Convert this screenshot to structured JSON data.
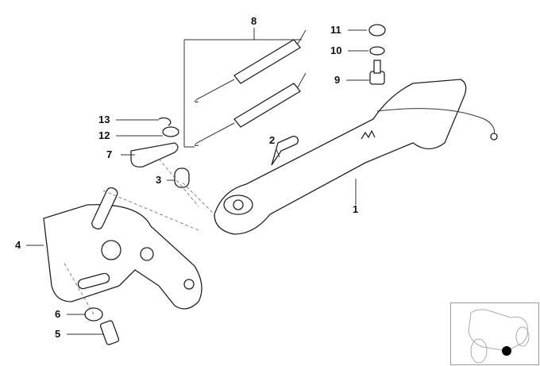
{
  "diagram": {
    "callouts": [
      "1",
      "2",
      "3",
      "4",
      "5",
      "6",
      "7",
      "8",
      "9",
      "10",
      "11",
      "12",
      "13"
    ]
  },
  "colors": {
    "line": "#222222",
    "marker": "#000000"
  }
}
